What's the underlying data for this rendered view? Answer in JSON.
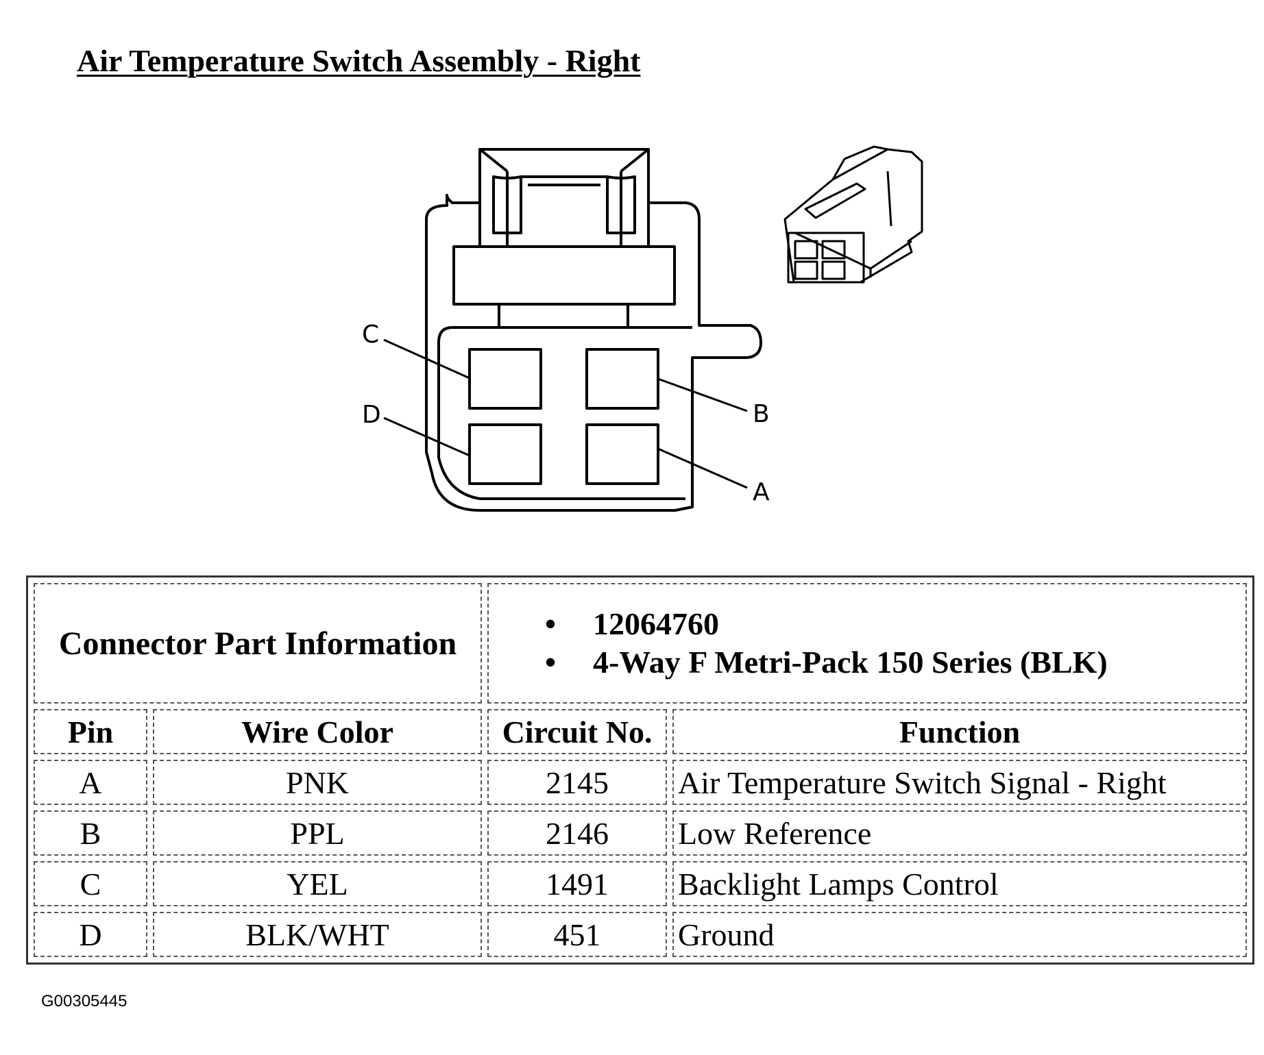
{
  "title": "Air Temperature Switch Assembly - Right",
  "diagram": {
    "pin_labels": [
      "A",
      "B",
      "C",
      "D"
    ]
  },
  "connector": {
    "header_label": "Connector Part Information",
    "part_info": [
      "12064760",
      "4-Way F Metri-Pack 150 Series (BLK)"
    ]
  },
  "table": {
    "columns": [
      "Pin",
      "Wire Color",
      "Circuit No.",
      "Function"
    ],
    "rows": [
      {
        "pin": "A",
        "color": "PNK",
        "circuit": "2145",
        "function": "Air Temperature Switch Signal - Right"
      },
      {
        "pin": "B",
        "color": "PPL",
        "circuit": "2146",
        "function": "Low Reference"
      },
      {
        "pin": "C",
        "color": "YEL",
        "circuit": "1491",
        "function": "Backlight Lamps Control"
      },
      {
        "pin": "D",
        "color": "BLK/WHT",
        "circuit": "451",
        "function": "Ground"
      }
    ]
  },
  "figure_code": "G00305445"
}
